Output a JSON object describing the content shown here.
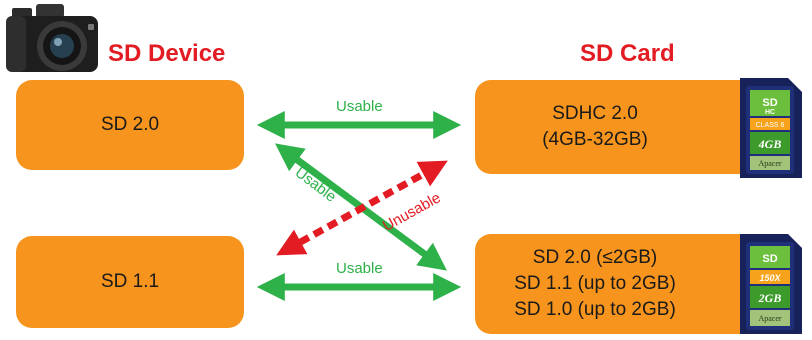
{
  "device": {
    "heading": "SD Device",
    "sd20": "SD 2.0",
    "sd11": "SD 1.1"
  },
  "card": {
    "heading": "SD Card",
    "sdhc_lines": [
      "SDHC 2.0",
      "(4GB-32GB)"
    ],
    "sd_lines": [
      "SD 2.0 (≤2GB)",
      "SD 1.1 (up to 2GB)",
      "SD 1.0 (up to 2GB)"
    ],
    "sdhc_image": {
      "logo": "SD HC",
      "class": "CLASS 6",
      "capacity": "4GB",
      "brand": "Apacer"
    },
    "sd_image": {
      "logo": "SD",
      "speed": "150X",
      "capacity": "2GB",
      "brand": "Apacer"
    }
  },
  "labels": {
    "top": "Usable",
    "diagonal_usable": "Usable",
    "diagonal_unusable": "Unusable",
    "bottom": "Usable"
  },
  "colors": {
    "box": "#f7941d",
    "heading": "#e31b23",
    "usable": "#2fb14a",
    "unusable": "#e31b23"
  },
  "icons": [
    "camera-icon",
    "sdhc-card-image",
    "sd-card-image"
  ]
}
